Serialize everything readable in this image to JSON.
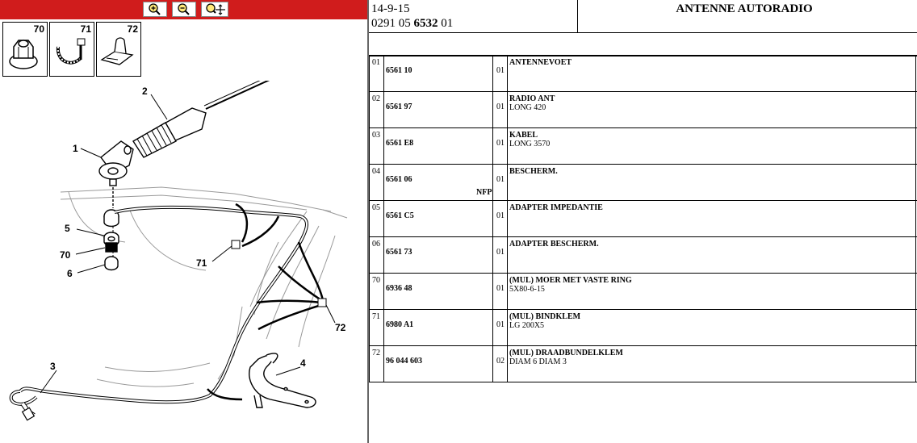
{
  "header": {
    "date": "14-9-15",
    "code_prefix": "0291 05",
    "code_bold": "6532",
    "code_suffix": "01",
    "title": "ANTENNE AUTORADIO"
  },
  "toolbar": {
    "zoom_in_icon": "zoom-in-icon",
    "zoom_out_icon": "zoom-out-icon",
    "zoom_fit_icon": "zoom-fit-icon"
  },
  "thumbnails": [
    {
      "number": "70",
      "icon": "flange-nut-icon"
    },
    {
      "number": "71",
      "icon": "cable-tie-icon"
    },
    {
      "number": "72",
      "icon": "harness-clip-icon"
    }
  ],
  "callouts": [
    "1",
    "2",
    "3",
    "4",
    "5",
    "6",
    "70",
    "71",
    "72"
  ],
  "parts": [
    {
      "idx": "01",
      "ref": "6561 10",
      "nfp": "",
      "qty": "01",
      "desc1": "ANTENNEVOET",
      "desc2": ""
    },
    {
      "idx": "02",
      "ref": "6561 97",
      "nfp": "",
      "qty": "01",
      "desc1": "RADIO ANT",
      "desc2": "LONG 420"
    },
    {
      "idx": "03",
      "ref": "6561 E8",
      "nfp": "",
      "qty": "01",
      "desc1": "KABEL",
      "desc2": "LONG 3570"
    },
    {
      "idx": "04",
      "ref": "6561 06",
      "nfp": "NFP",
      "qty": "01",
      "desc1": "BESCHERM.",
      "desc2": ""
    },
    {
      "idx": "05",
      "ref": "6561 C5",
      "nfp": "",
      "qty": "01",
      "desc1": "ADAPTER IMPEDANTIE",
      "desc2": ""
    },
    {
      "idx": "06",
      "ref": "6561 73",
      "nfp": "",
      "qty": "01",
      "desc1": "ADAPTER BESCHERM.",
      "desc2": ""
    },
    {
      "idx": "70",
      "ref": "6936 48",
      "nfp": "",
      "qty": "01",
      "desc1": "(MUL) MOER MET VASTE RING",
      "desc2": "5X80-6-15"
    },
    {
      "idx": "71",
      "ref": "6980 A1",
      "nfp": "",
      "qty": "01",
      "desc1": "(MUL) BINDKLEM",
      "desc2": "LG 200X5"
    },
    {
      "idx": "72",
      "ref": "96 044 603",
      "nfp": "",
      "qty": "02",
      "desc1": "(MUL) DRAADBUNDELKLEM",
      "desc2": "DIAM 6 DIAM 3"
    }
  ]
}
